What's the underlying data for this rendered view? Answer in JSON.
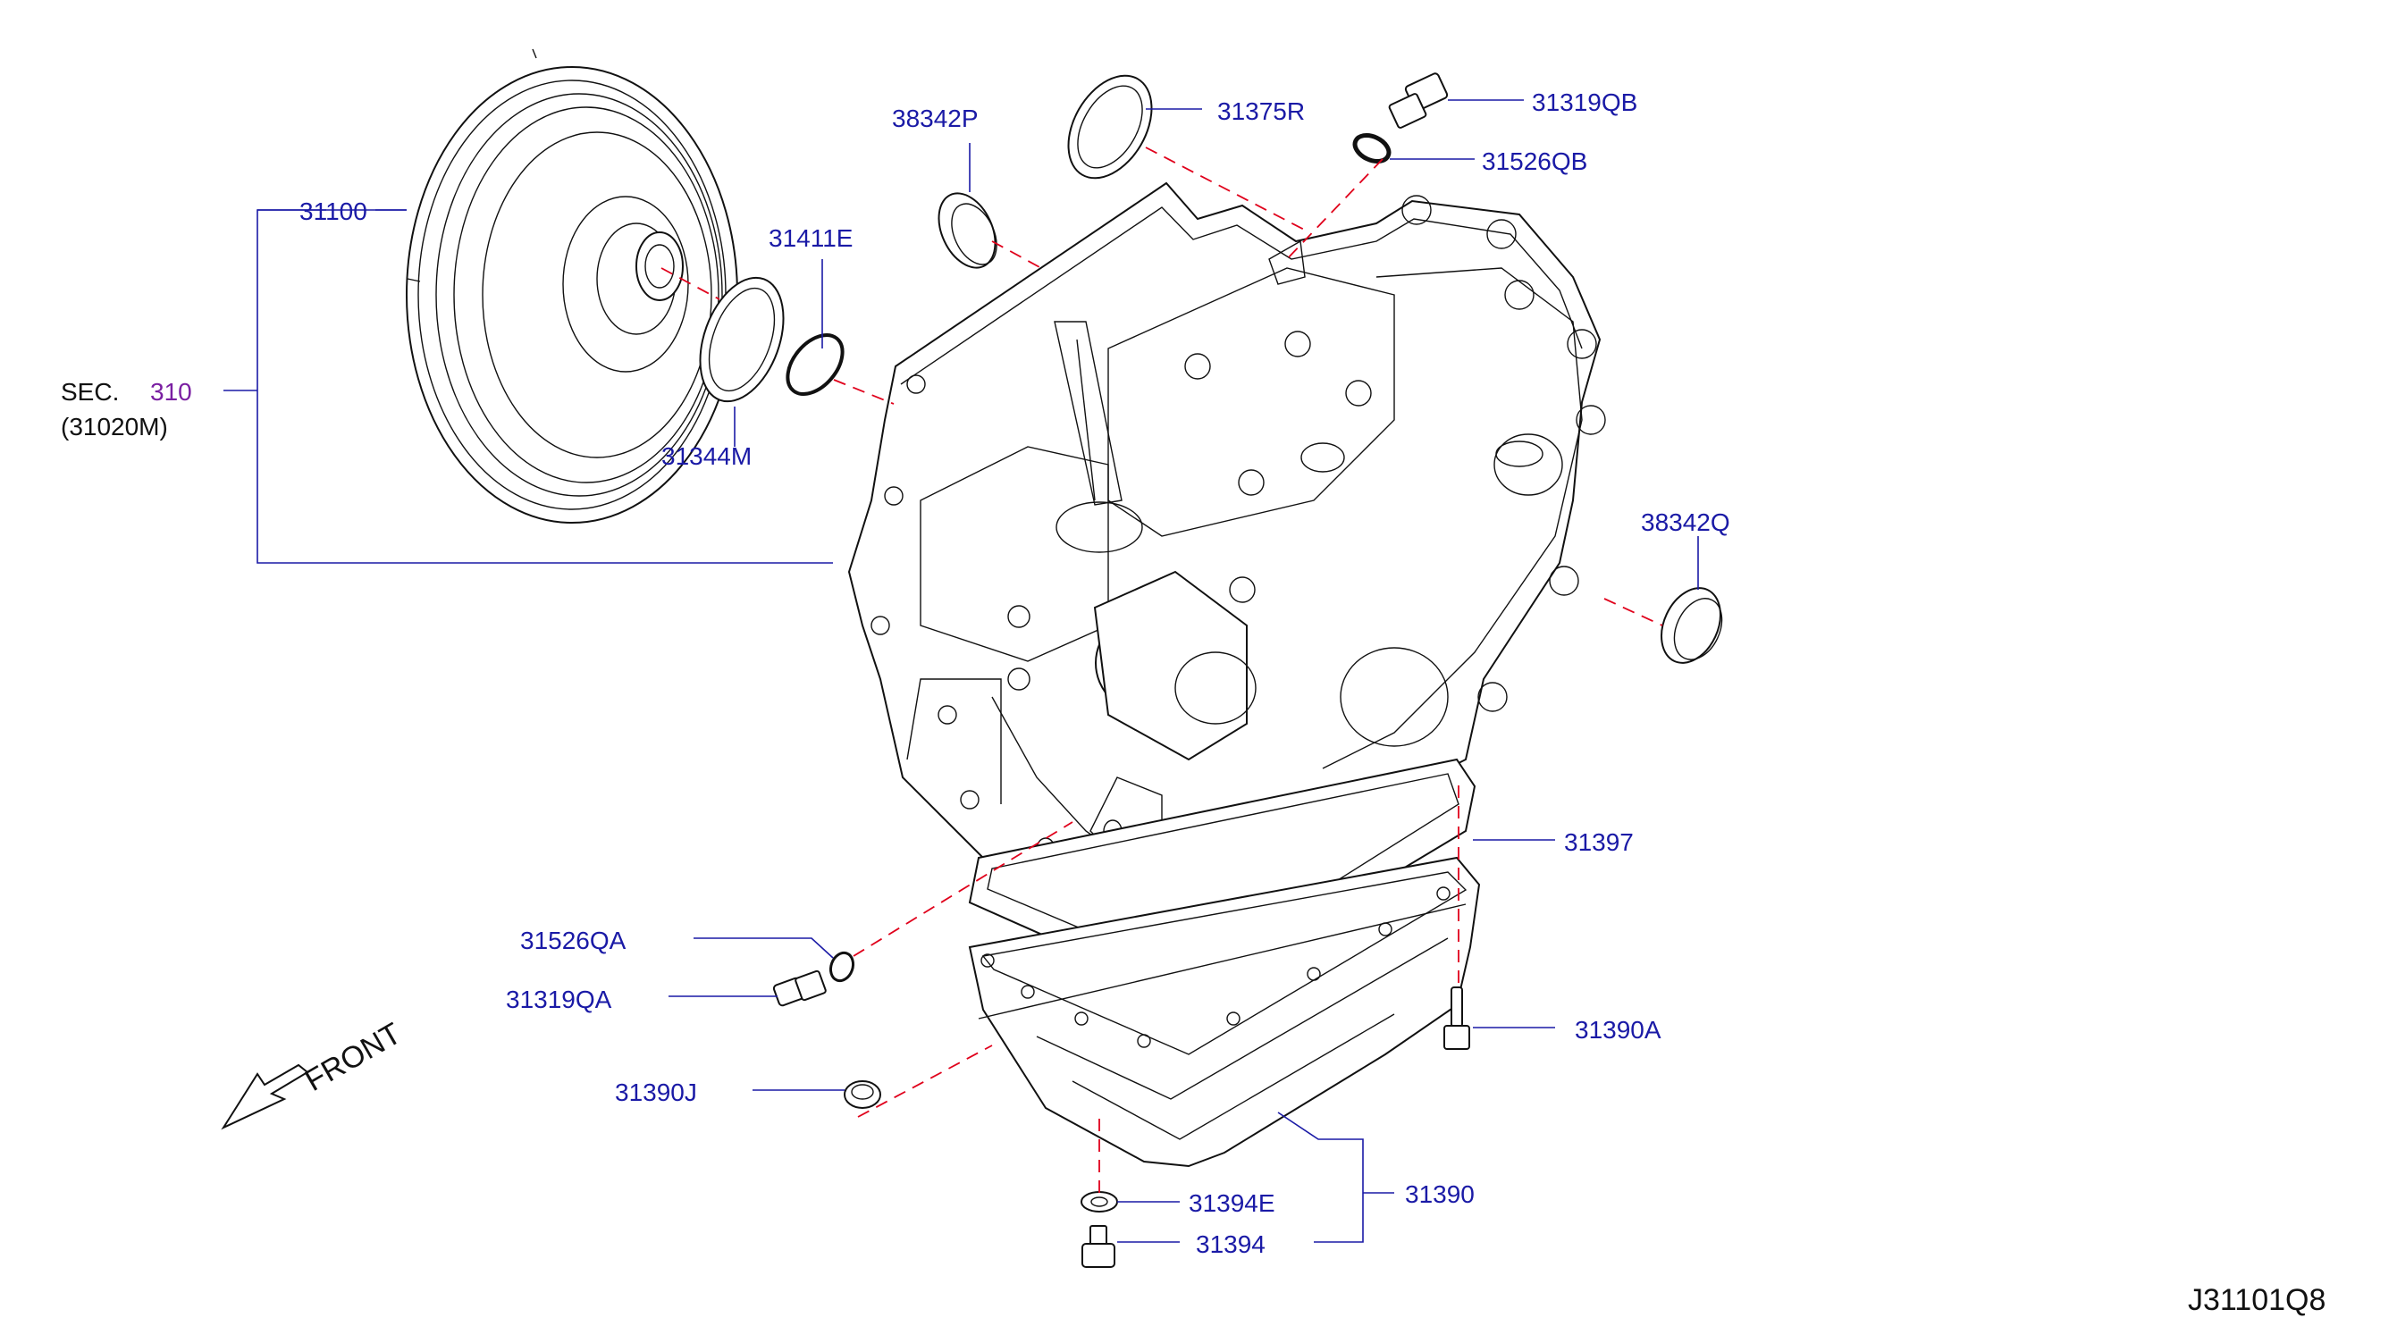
{
  "diagram": {
    "catalog_code": "J31101Q8",
    "front_label": "FRONT",
    "section_ref": {
      "prefix": "SEC.",
      "number": "310",
      "sub": "(31020M)"
    },
    "colors": {
      "label": "#1a1aa6",
      "section_number": "#7a1fa2",
      "dashed_guide": "#e0001b",
      "line_art": "#111111"
    },
    "callouts": {
      "p31100": "31100",
      "p31411E": "31411E",
      "p31344M": "31344M",
      "p38342P": "38342P",
      "p31375R": "31375R",
      "p31319QB": "31319QB",
      "p31526QB": "31526QB",
      "p38342Q": "38342Q",
      "p31397": "31397",
      "p31526QA": "31526QA",
      "p31319QA": "31319QA",
      "p31390A": "31390A",
      "p31390J": "31390J",
      "p31390": "31390",
      "p31394E": "31394E",
      "p31394": "31394"
    }
  }
}
